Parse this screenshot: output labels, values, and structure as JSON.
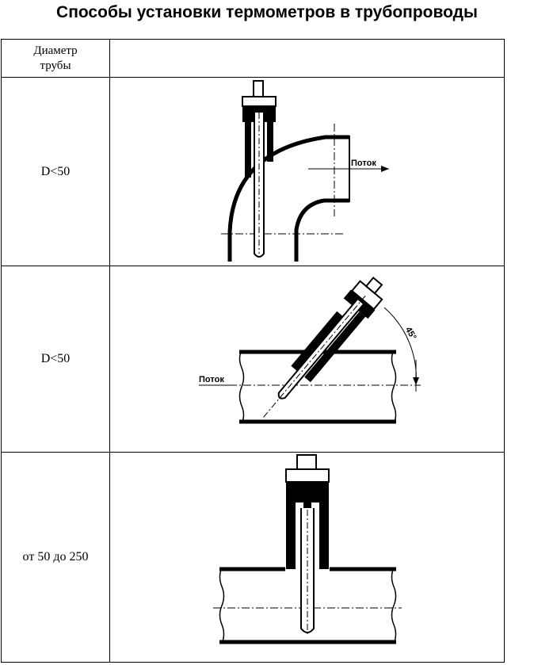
{
  "title": "Способы установки термометров в трубопроводы",
  "table": {
    "header": {
      "col1_line1": "Диаметр",
      "col1_line2": "трубы",
      "col2": ""
    },
    "rows": [
      {
        "diameter": "D<50",
        "flow_label": "Поток"
      },
      {
        "diameter": "D<50",
        "flow_label": "Поток",
        "angle_label": "45°"
      },
      {
        "diameter": "от 50 до 250"
      }
    ]
  }
}
